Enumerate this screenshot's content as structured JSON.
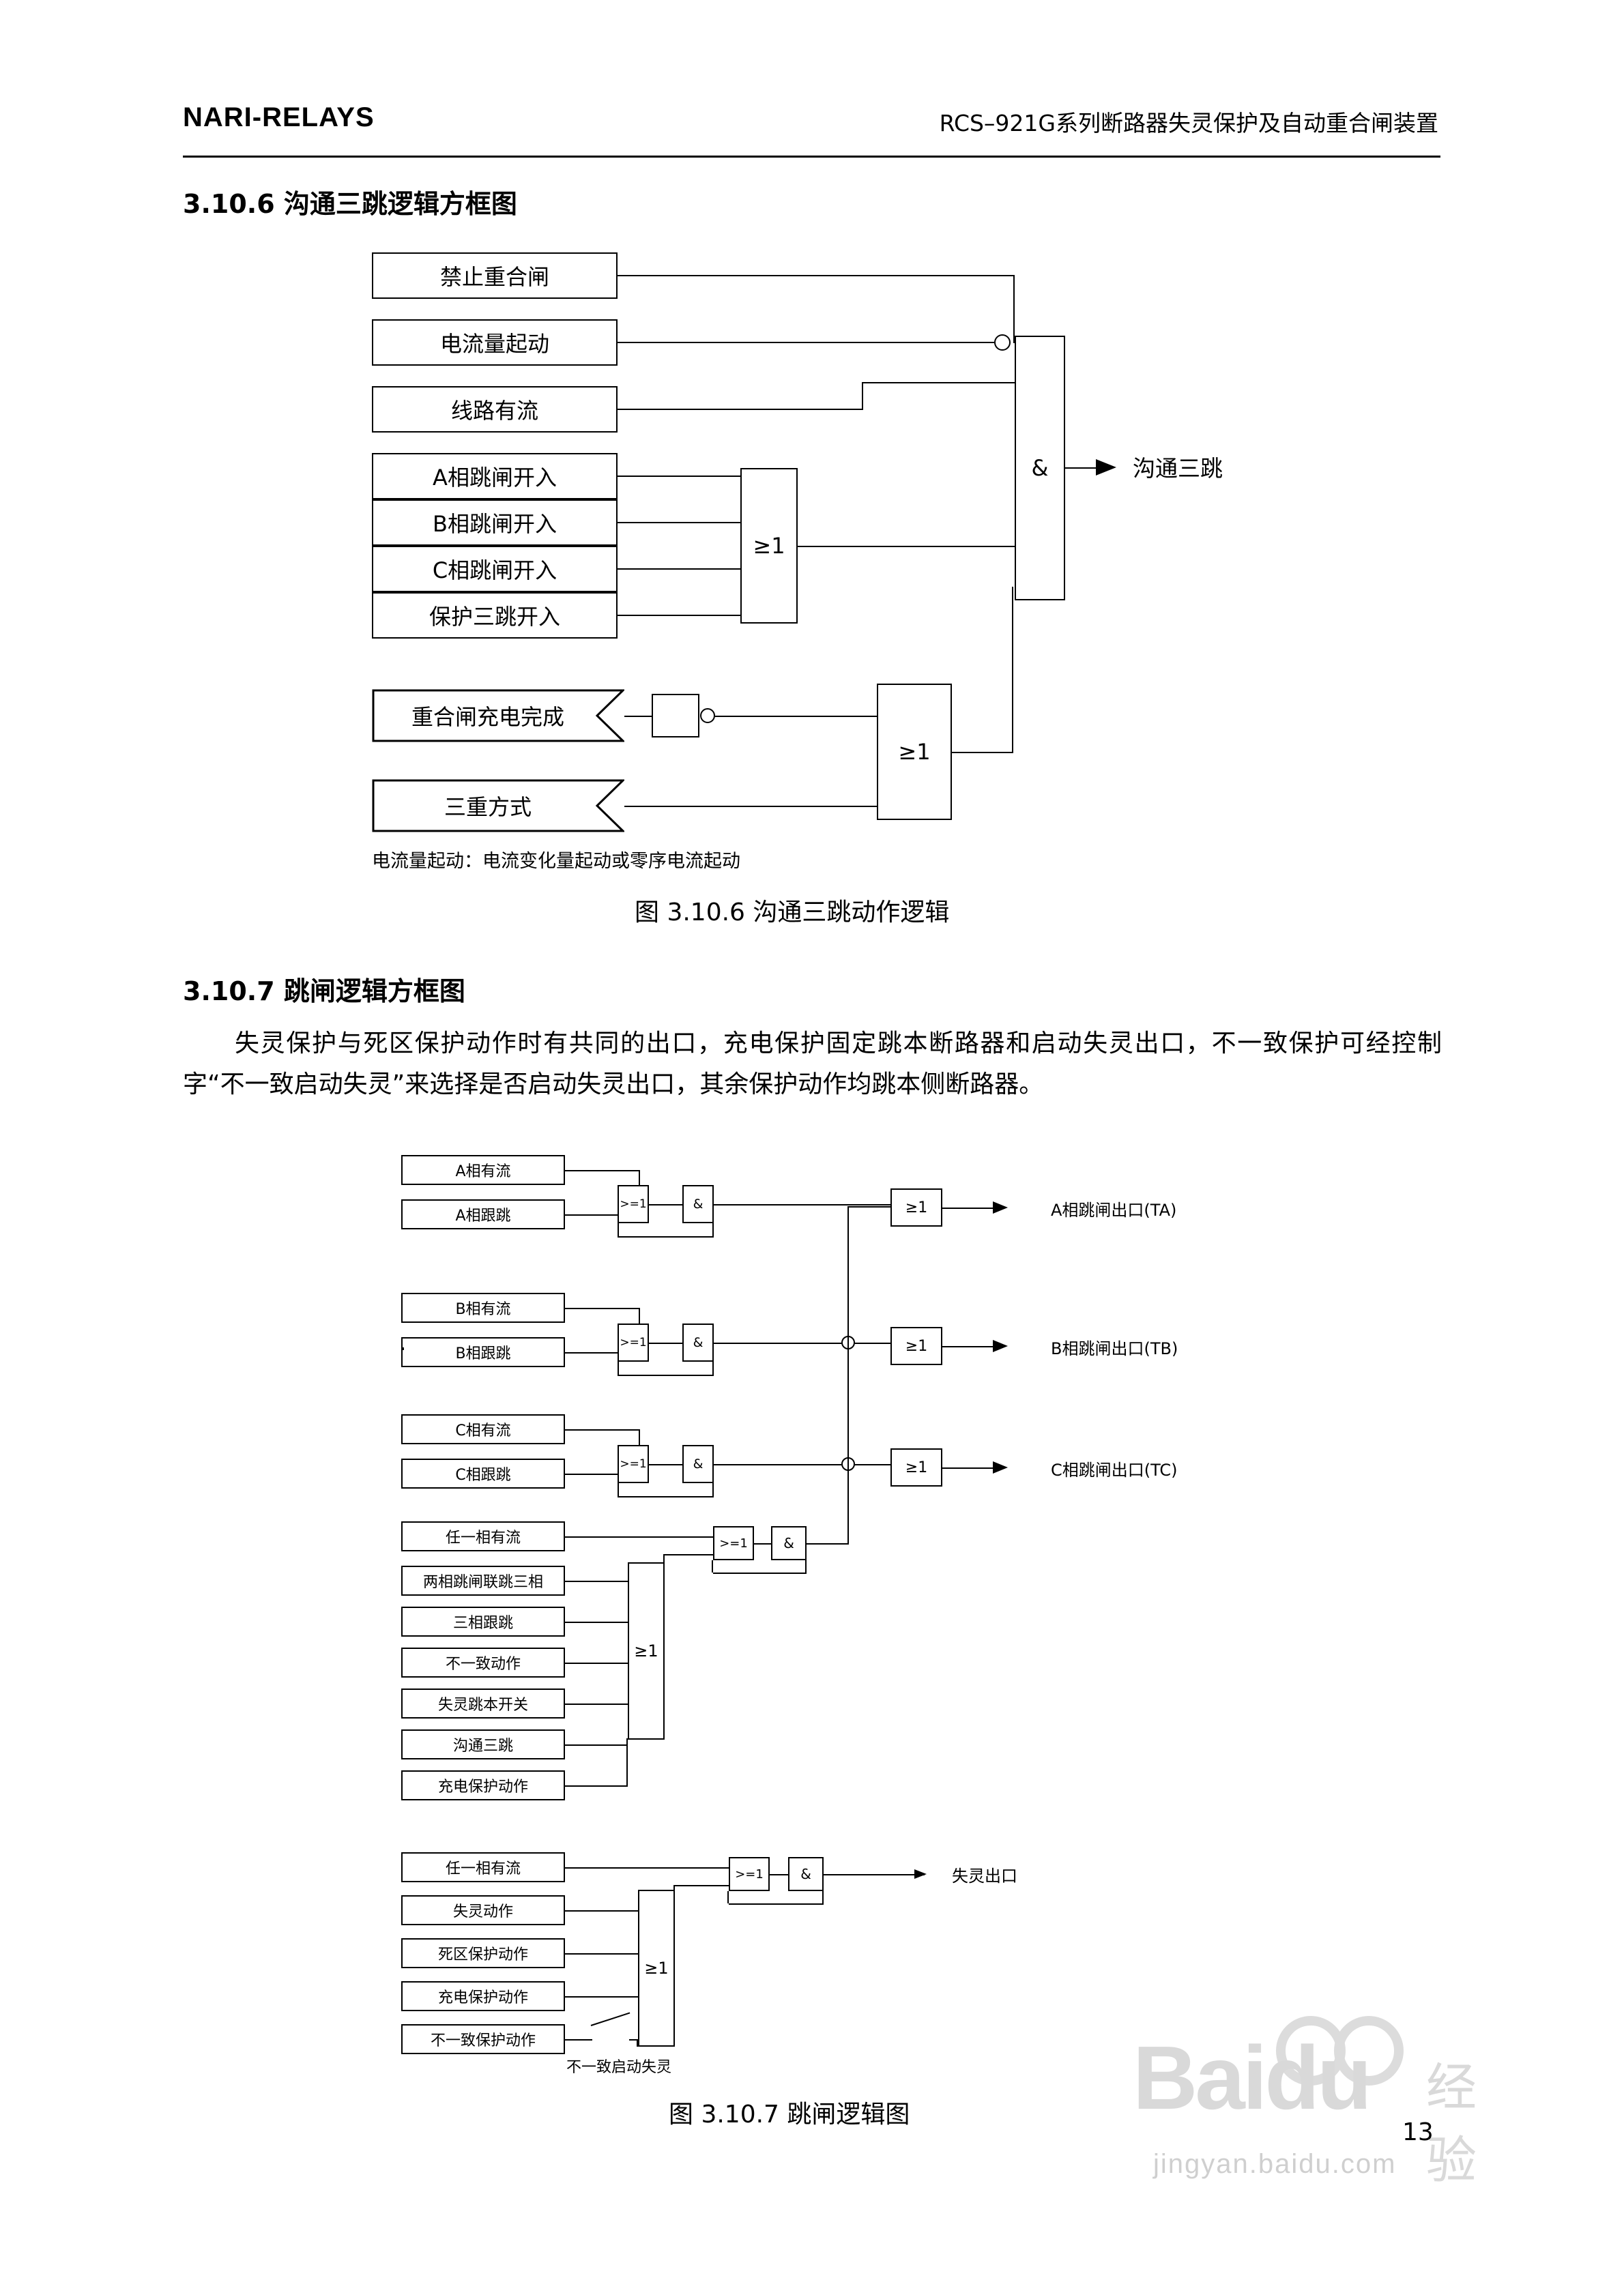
{
  "header": {
    "brand": "NARI-RELAYS",
    "title": "RCS–921G系列断路器失灵保护及自动重合闸装置"
  },
  "sections": {
    "s1": {
      "heading": "3.10.6  沟通三跳逻辑方框图",
      "note": "电流量起动：电流变化量起动或零序电流起动",
      "caption": "图 3.10.6  沟通三跳动作逻辑",
      "inputs": [
        "禁止重合闸",
        "电流量起动",
        "线路有流",
        "A相跳闸开入",
        "B相跳闸开入",
        "C相跳闸开入",
        "保护三跳开入",
        "重合闸充电完成",
        "三重方式"
      ],
      "gates": {
        "or1": "≥1",
        "or2": "≥1",
        "and": "&"
      },
      "output": "沟通三跳"
    },
    "s2": {
      "heading": "3.10.7  跳闸逻辑方框图",
      "paragraph": "失灵保护与死区保护动作时有共同的出口，充电保护固定跳本断路器和启动失灵出口，不一致保护可经控制字“不一致启动失灵”来选择是否启动失灵出口，其余保护动作均跳本侧断路器。",
      "caption": "图 3.10.7  跳闸逻辑图",
      "phase_rows": [
        {
          "in1": "A相有流",
          "in2": "A相跟跳",
          "out": "A相跳闸出口(TA)"
        },
        {
          "in1": "B相有流",
          "in2": "B相跟跳",
          "out": "B相跳闸出口(TB)"
        },
        {
          "in1": "C相有流",
          "in2": "C相跟跳",
          "out": "C相跳闸出口(TC)"
        }
      ],
      "block3": {
        "top_input": "任一相有流",
        "inputs": [
          "两相跳闸联跳三相",
          "三相跟跳",
          "不一致动作",
          "失灵跳本开关",
          "沟通三跳",
          "充电保护动作"
        ]
      },
      "block4": {
        "inputs": [
          "任一相有流",
          "失灵动作",
          "死区保护动作",
          "充电保护动作",
          "不一致保护动作"
        ],
        "switch_label": "不一致启动失灵",
        "output": "失灵出口"
      },
      "gates": {
        "or_small": "≥1",
        "and_small": "&",
        "or_ge": ">=1",
        "or_big": "≥1"
      }
    }
  },
  "watermark": {
    "big": "Baidu",
    "cn": "经验",
    "sub": "jingyan.baidu.com"
  },
  "page_number": "13"
}
